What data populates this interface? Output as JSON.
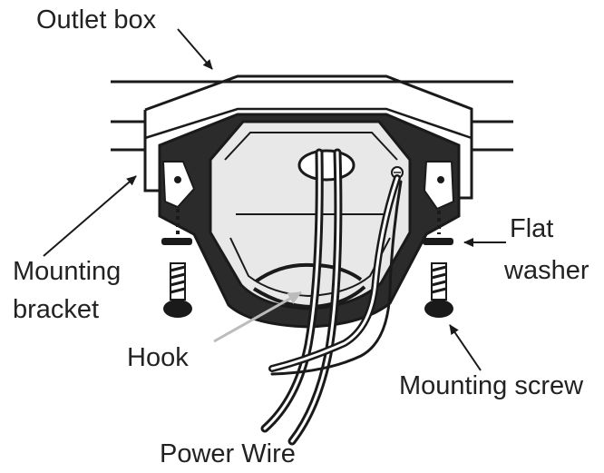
{
  "labels": {
    "outlet_box": "Outlet box",
    "mounting_bracket_line1": "Mounting",
    "mounting_bracket_line2": "bracket",
    "hook": "Hook",
    "flat_washer_line1": "Flat",
    "flat_washer_line2": "washer",
    "mounting_screw": "Mounting screw",
    "power_wire": "Power Wire"
  },
  "colors": {
    "ink": "#1a1a1a",
    "canopy_fill": "#2b2b2b",
    "inner_fill": "#e8e8e8",
    "hook_arrow": "#bcbcbc"
  }
}
